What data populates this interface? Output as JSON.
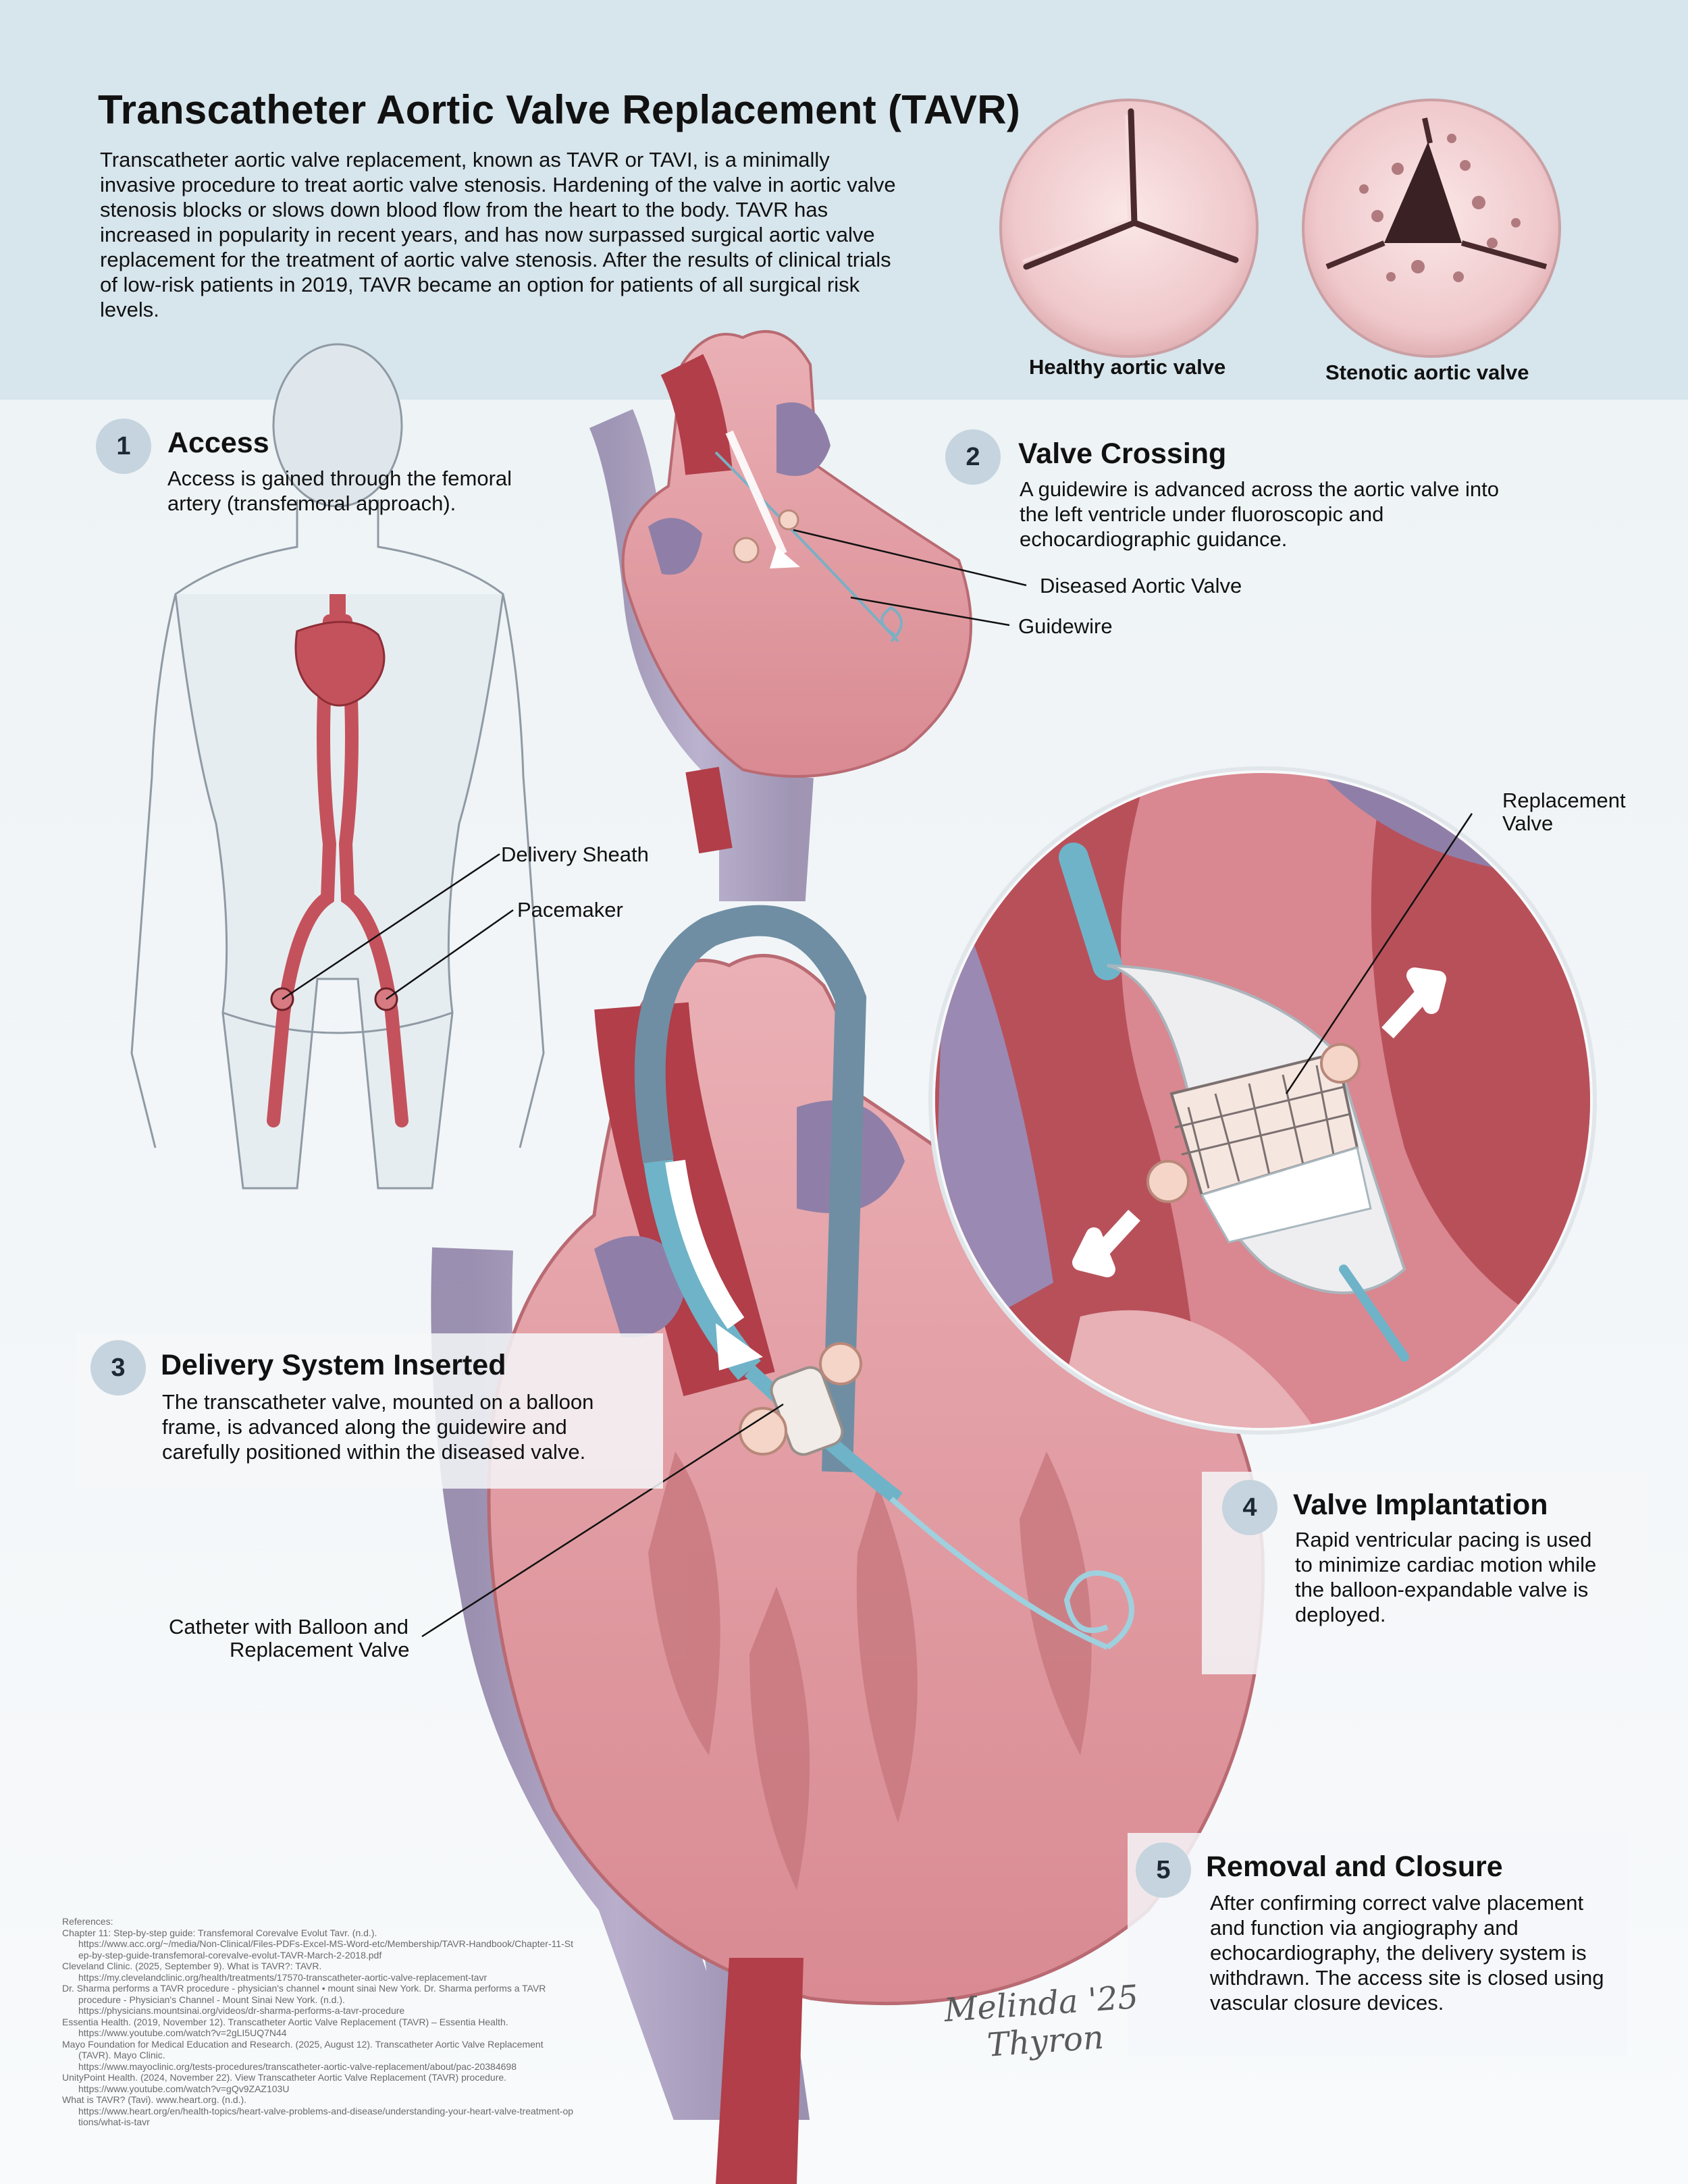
{
  "title": "Transcatheter Aortic Valve Replacement (TAVR)",
  "intro": "Transcatheter aortic valve replacement, known as TAVR or TAVI, is a minimally invasive procedure to treat aortic valve stenosis. Hardening of the valve in aortic valve stenosis blocks or slows down blood flow from the heart to the body. TAVR has increased in popularity in recent years, and has now surpassed surgical aortic valve replacement for the treatment of aortic valve stenosis. After the results of clinical trials of low-risk patients in 2019, TAVR became an option for patients of all surgical risk levels.",
  "valves": {
    "healthy": "Healthy aortic valve",
    "stenotic": "Stenotic aortic valve"
  },
  "steps": [
    {
      "num": "1",
      "title": "Access",
      "body": "Access is gained through the femoral artery (transfemoral approach)."
    },
    {
      "num": "2",
      "title": "Valve Crossing",
      "body": "A guidewire is advanced across the aortic valve into the left ventricle under fluoroscopic and echocardiographic guidance."
    },
    {
      "num": "3",
      "title": "Delivery System Inserted",
      "body": "The transcatheter valve, mounted on a balloon frame, is advanced along the guidewire and carefully positioned within the diseased valve."
    },
    {
      "num": "4",
      "title": "Valve Implantation",
      "body": "Rapid ventricular pacing is used to minimize cardiac motion while the balloon-expandable valve is deployed."
    },
    {
      "num": "5",
      "title": "Removal and Closure",
      "body": "After confirming correct valve placement and function via angiography and echocardiography, the delivery system is withdrawn. The access site is closed using vascular closure devices."
    }
  ],
  "labels": {
    "delivery_sheath": "Delivery Sheath",
    "pacemaker": "Pacemaker",
    "diseased_valve": "Diseased Aortic Valve",
    "guidewire": "Guidewire",
    "replacement_valve_1": "Replacement",
    "replacement_valve_2": "Valve",
    "catheter_1": "Catheter with Balloon and",
    "catheter_2": "Replacement Valve"
  },
  "references": [
    "References:",
    "Chapter 11: Step-by-step guide: Transfemoral Corevalve Evolut Tavr. (n.d.).",
    "https://www.acc.org/~/media/Non-Clinical/Files-PDFs-Excel-MS-Word-etc/Membership/TAVR-Handbook/Chapter-11-St",
    "ep-by-step-guide-transfemoral-corevalve-evolut-TAVR-March-2-2018.pdf",
    "Cleveland Clinic. (2025, September 9). What is TAVR?: TAVR.",
    "https://my.clevelandclinic.org/health/treatments/17570-transcatheter-aortic-valve-replacement-tavr",
    "Dr. Sharma performs a TAVR procedure - physician's channel • mount sinai New York. Dr. Sharma performs a TAVR",
    "procedure - Physician's Channel - Mount Sinai New York. (n.d.).",
    "https://physicians.mountsinai.org/videos/dr-sharma-performs-a-tavr-procedure",
    "Essentia Health. (2019, November 12). Transcatheter Aortic Valve Replacement (TAVR) – Essentia Health.",
    "https://www.youtube.com/watch?v=2gLI5UQ7N44",
    "Mayo Foundation for Medical Education and Research. (2025, August 12). Transcatheter Aortic Valve Replacement",
    "(TAVR). Mayo Clinic.",
    "https://www.mayoclinic.org/tests-procedures/transcatheter-aortic-valve-replacement/about/pac-20384698",
    "UnityPoint Health. (2024, November 22). View Transcatheter Aortic Valve Replacement (TAVR) procedure.",
    "https://www.youtube.com/watch?v=gQv9ZAZ103U",
    "What is TAVR? (Tavi). www.heart.org. (n.d.).",
    "https://www.heart.org/en/health-topics/heart-valve-problems-and-disease/understanding-your-heart-valve-treatment-op",
    "tions/what-is-tavr"
  ],
  "signature": {
    "line1": "Melinda '25",
    "line2": "Thyron"
  },
  "colors": {
    "header_bg": "#d7e5ec",
    "step_circle": "#c5d4de",
    "tissue": "#e4a2a8",
    "artery": "#c4525c",
    "vein": "#8f7fa8"
  }
}
